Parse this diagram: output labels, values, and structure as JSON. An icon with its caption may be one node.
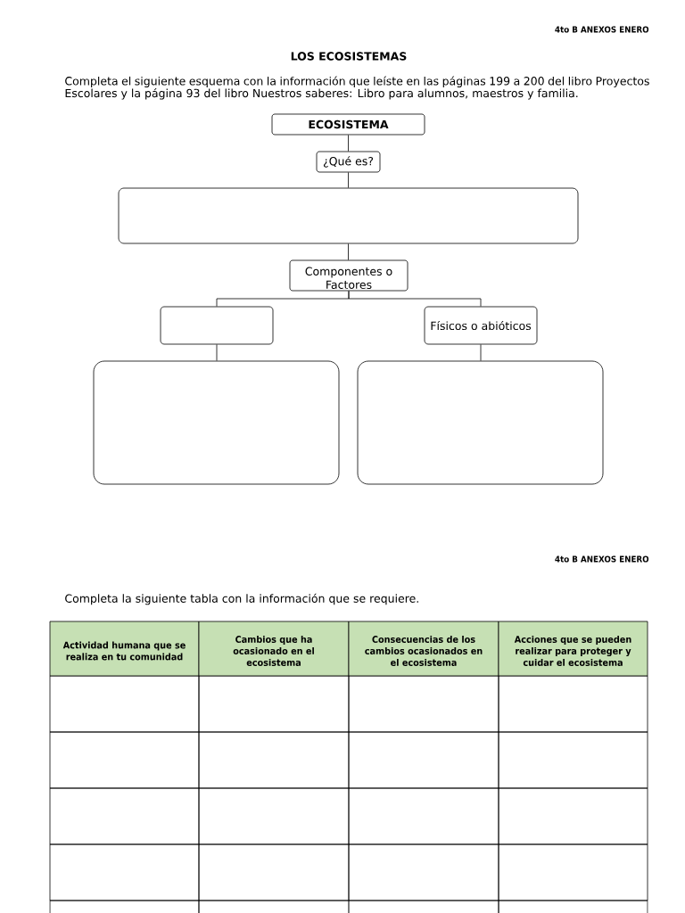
{
  "diagram": {
    "title": "LOS ECOSISTEMAS",
    "nodes": [
      {
        "text": [
          "ECOSISTEMA"
        ]
      },
      {
        "text": [
          "¿Qué es?"
        ]
      },
      {
        "text": [],
        "shape": "box"
      },
      {
        "text": [
          "Componentes o Factores"
        ]
      },
      {
        "text": [],
        "shape": "box"
      },
      {
        "text": [
          "Físicos o abióticos"
        ]
      },
      {
        "text": [],
        "shape": "box"
      },
      {
        "text": [],
        "shape": "box"
      }
    ],
    "edges": [
      {
        "from": 0,
        "to": 1,
        "arrow": "none"
      },
      {
        "from": 1,
        "to": 2,
        "arrow": "none"
      },
      {
        "from": 2,
        "to": 3,
        "arrow": "none"
      },
      {
        "from": 3,
        "to": 4,
        "arrow": "none"
      },
      {
        "from": 3,
        "to": 5,
        "arrow": "none"
      },
      {
        "from": 4,
        "to": 6,
        "arrow": "none"
      },
      {
        "from": 5,
        "to": 7,
        "arrow": "none"
      }
    ],
    "labels": [
      "4to B ANEXOS ENERO",
      "Completa el siguiente esquema con la información que leíste en las páginas 199 a 200 del libro Proyectos Escolares y la página 93 del libro Nuestros saberes: Libro para alumnos, maestros y familia.",
      "4to B ANEXOS ENERO",
      "Completa la siguiente tabla con la información que se requiere.",
      "Actividad humana que se realiza en tu comunidad",
      "Cambios que ha ocasionado en el ecosistema",
      "Consecuencias de los cambios ocasionados en el ecosistema",
      "Acciones que se pueden realizar para proteger y cuidar el ecosistema"
    ]
  }
}
